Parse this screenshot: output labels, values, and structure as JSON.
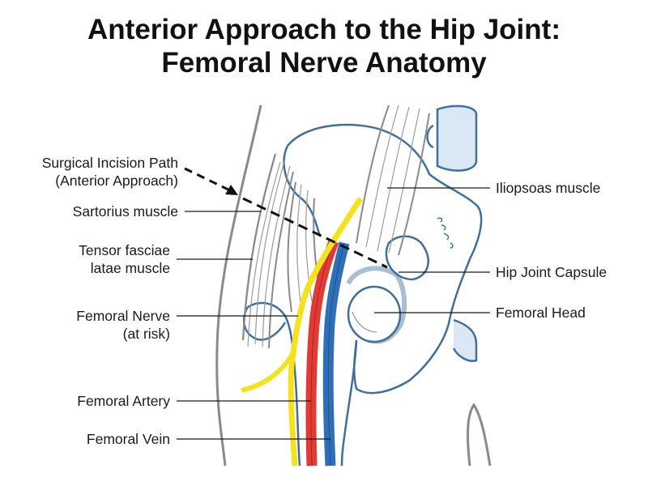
{
  "title": {
    "line1": "Anterior Approach to the Hip Joint:",
    "line2": "Femoral Nerve Anatomy"
  },
  "labels": {
    "incision": {
      "line1": "Surgical Incision Path",
      "line2": "(Anterior Approach)"
    },
    "sartorius": {
      "line1": "Sartorius muscle"
    },
    "tensor": {
      "line1": "Tensor fasciae",
      "line2": "latae muscle"
    },
    "nerve": {
      "line1": "Femoral Nerve",
      "line2": "(at risk)"
    },
    "artery": {
      "line1": "Femoral Artery"
    },
    "vein": {
      "line1": "Femoral Vein"
    },
    "iliopsoas": {
      "line1": "Iliopsoas muscle"
    },
    "capsule": {
      "line1": "Hip Joint Capsule"
    },
    "head": {
      "line1": "Femoral Head"
    }
  },
  "colors": {
    "bone_outline": "#3f6f9a",
    "bone_fill": "#d9e8f4",
    "skin_outline": "#8a8a8a",
    "muscle_fiber": "#9a9a9a",
    "nerve": "#f4e21c",
    "artery": "#e23b35",
    "vein": "#2f6fb8",
    "leader": "#1a1a1a"
  }
}
